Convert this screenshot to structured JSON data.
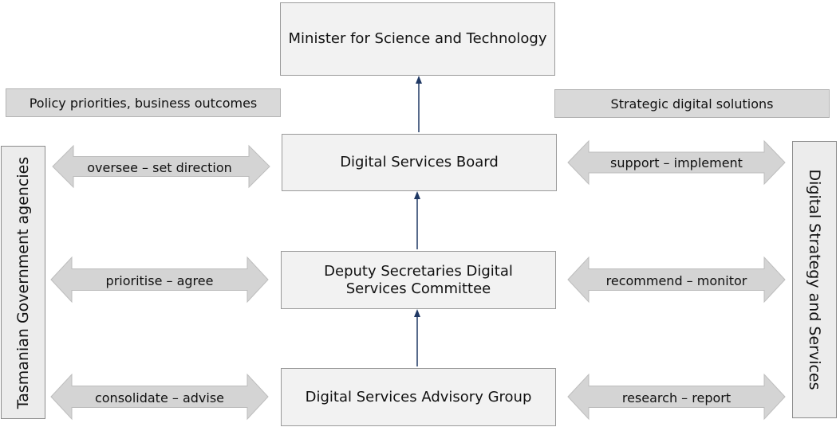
{
  "nodes": {
    "minister": "Minister for Science and Technology",
    "board": "Digital Services Board",
    "committee": "Deputy Secretaries Digital Services Committee",
    "advisory": "Digital Services Advisory Group"
  },
  "labels": {
    "left_top": "Policy priorities, business outcomes",
    "right_top": "Strategic digital solutions"
  },
  "sides": {
    "left": "Tasmanian Government agencies",
    "right": "Digital Strategy and Services"
  },
  "left_arrows": [
    "oversee – set direction",
    "prioritise – agree",
    "consolidate – advise"
  ],
  "right_arrows": [
    "support – implement",
    "recommend – monitor",
    "research – report"
  ],
  "colors": {
    "box_fill": "#f2f2f2",
    "label_fill": "#d9d9d9",
    "arrow_fill": "#d4d4d4",
    "connector": "#1f3864"
  }
}
